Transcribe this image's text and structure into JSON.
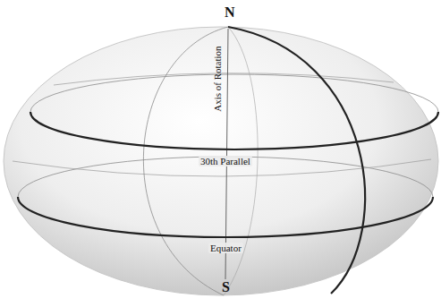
{
  "diagram": {
    "labels": [
      "N",
      "Axis of Rotation",
      "30th Parallel",
      "Equator",
      "S"
    ]
  }
}
